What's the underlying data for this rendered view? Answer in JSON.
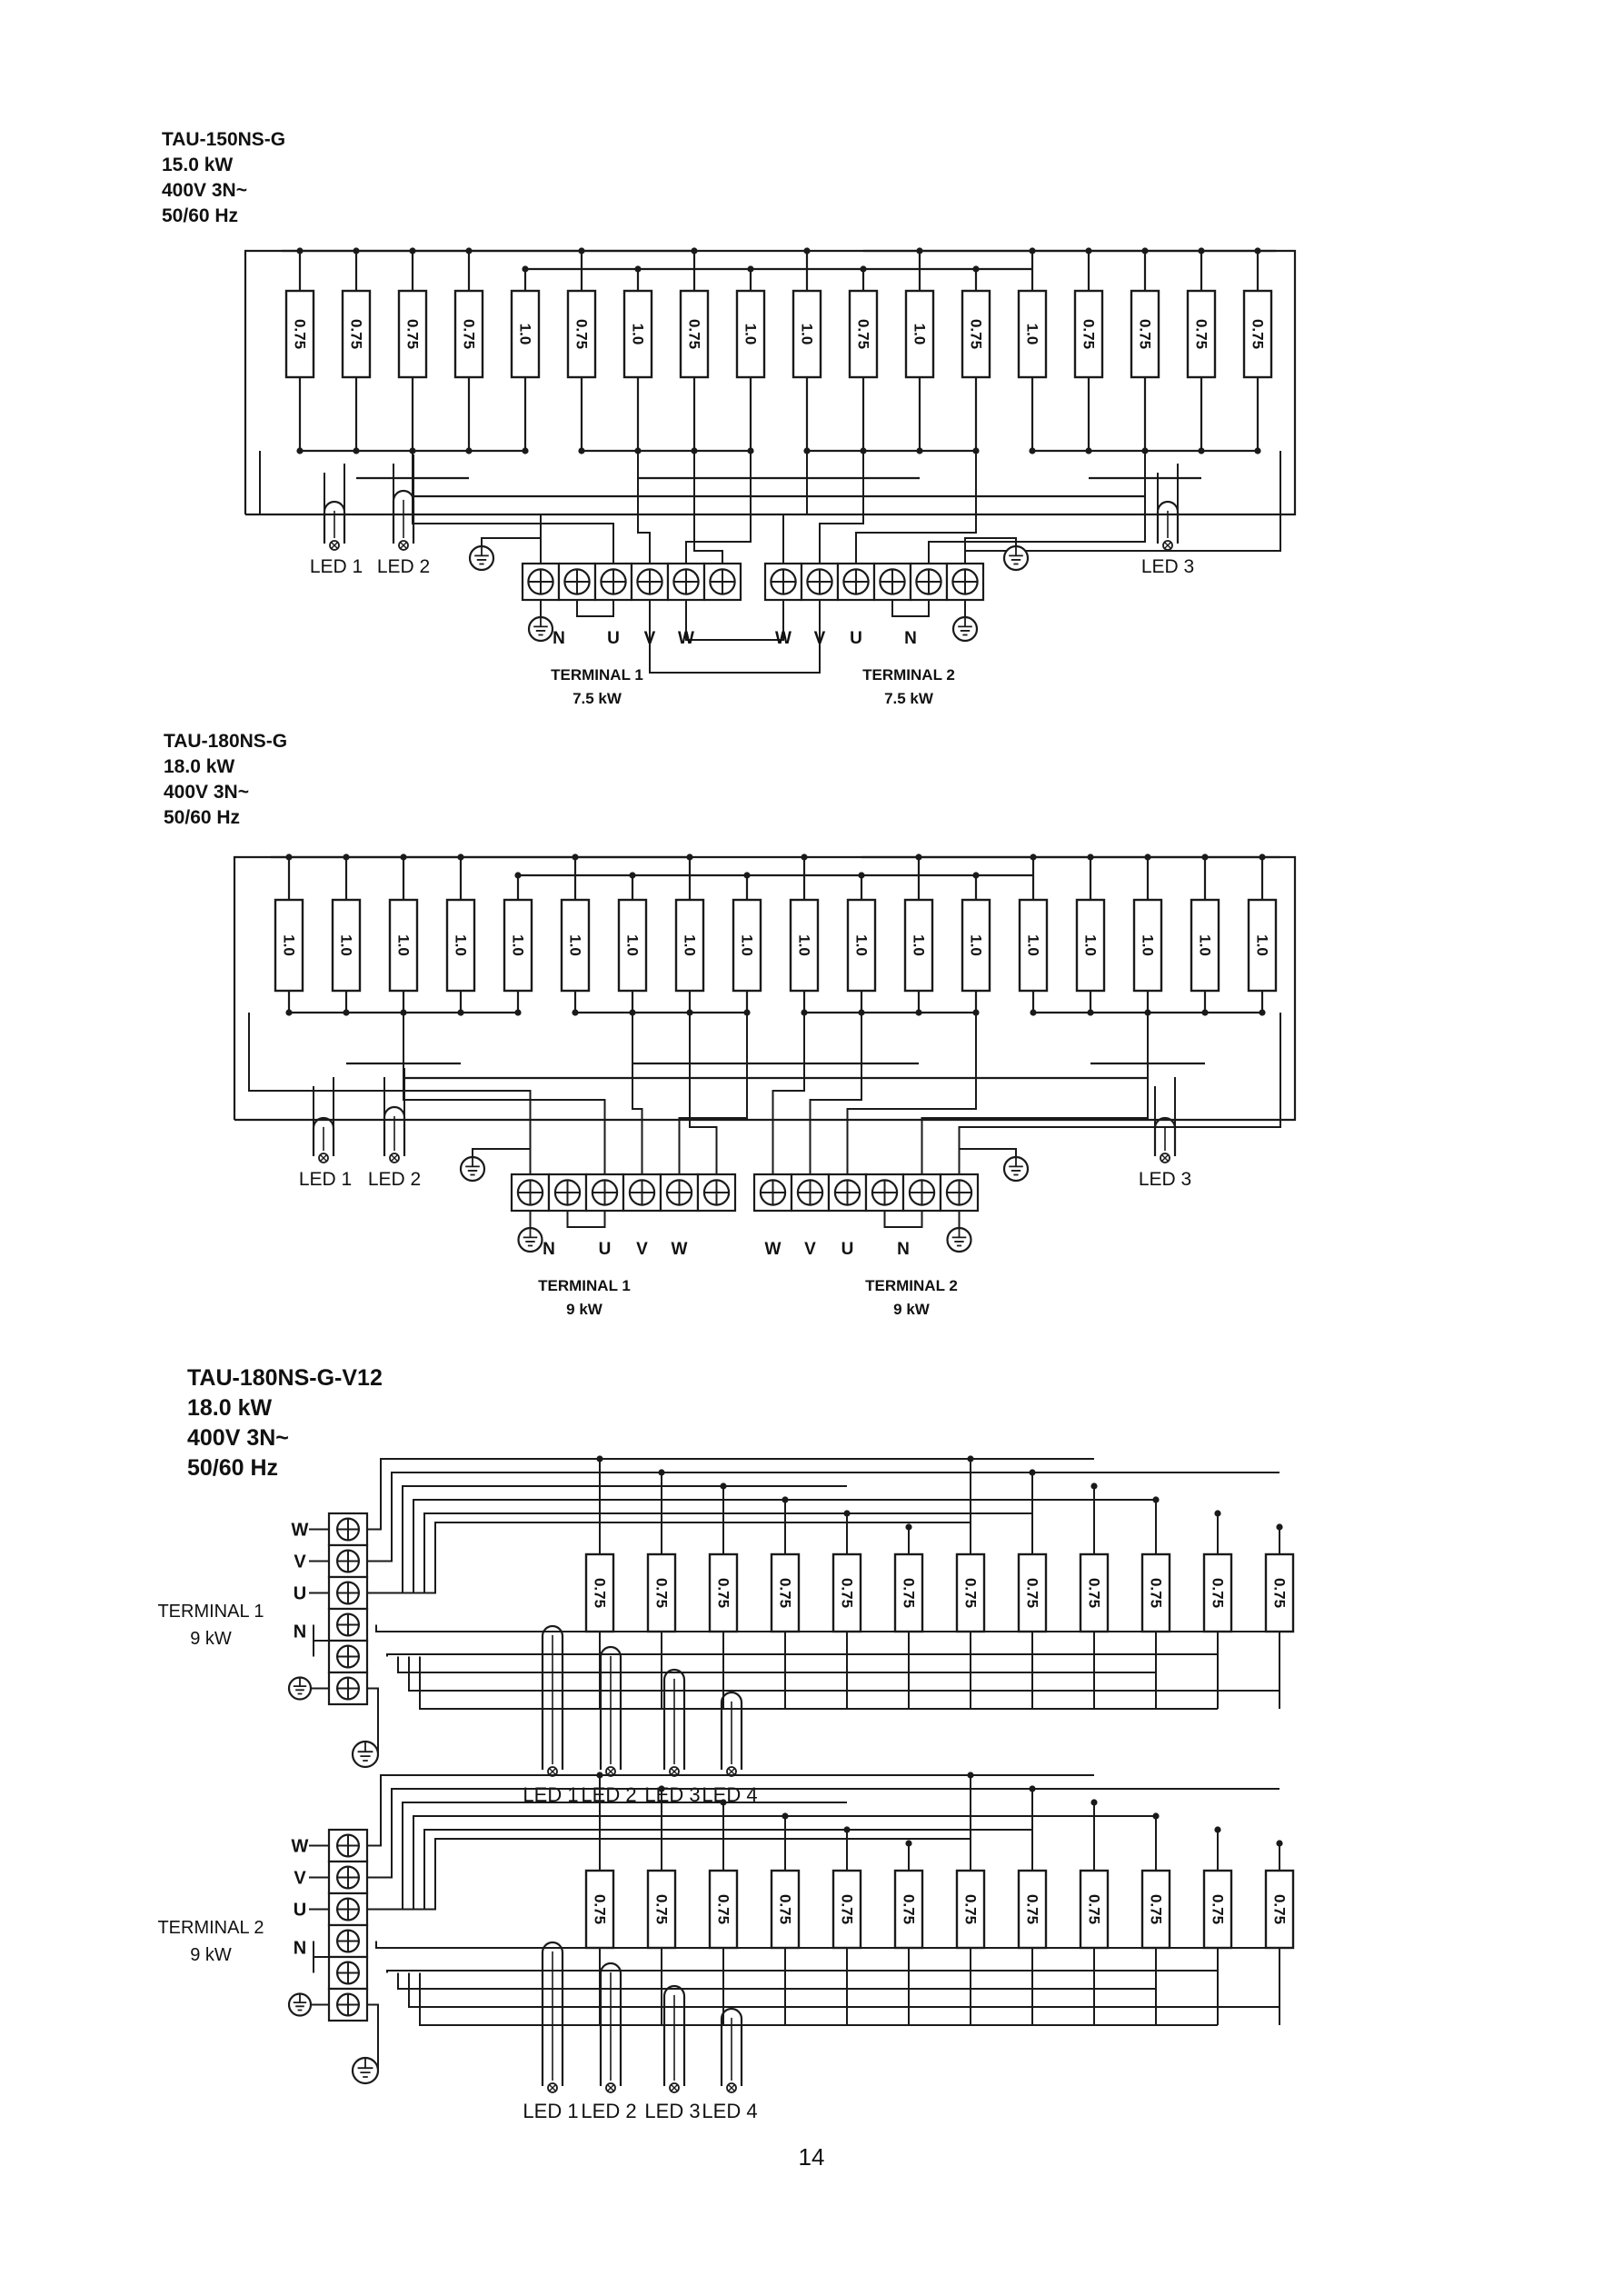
{
  "diagrams": [
    {
      "model": "TAU-150NS-G",
      "power": "15.0 kW",
      "voltage": "400V 3N~",
      "frequency": "50/60 Hz",
      "resistors": [
        "0.75",
        "0.75",
        "0.75",
        "0.75",
        "1.0",
        "0.75",
        "1.0",
        "0.75",
        "1.0",
        "1.0",
        "0.75",
        "1.0",
        "0.75",
        "1.0",
        "0.75",
        "0.75",
        "0.75",
        "0.75"
      ],
      "leds": [
        "LED 1",
        "LED 2",
        "LED 3"
      ],
      "terminal1": {
        "name": "TERMINAL 1",
        "power": "7.5 kW",
        "pins": [
          "N",
          "U",
          "V",
          "W"
        ]
      },
      "terminal2": {
        "name": "TERMINAL 2",
        "power": "7.5 kW",
        "pins": [
          "W",
          "V",
          "U",
          "N"
        ]
      }
    },
    {
      "model": "TAU-180NS-G",
      "power": "18.0 kW",
      "voltage": "400V 3N~",
      "frequency": "50/60 Hz",
      "resistors": [
        "1.0",
        "1.0",
        "1.0",
        "1.0",
        "1.0",
        "1.0",
        "1.0",
        "1.0",
        "1.0",
        "1.0",
        "1.0",
        "1.0",
        "1.0",
        "1.0",
        "1.0",
        "1.0",
        "1.0",
        "1.0"
      ],
      "leds": [
        "LED 1",
        "LED 2",
        "LED 3"
      ],
      "terminal1": {
        "name": "TERMINAL 1",
        "power": "9 kW",
        "pins": [
          "N",
          "U",
          "V",
          "W"
        ]
      },
      "terminal2": {
        "name": "TERMINAL 2",
        "power": "9 kW",
        "pins": [
          "W",
          "V",
          "U",
          "N"
        ]
      }
    },
    {
      "model": "TAU-180NS-G-V12",
      "power": "18.0 kW",
      "voltage": "400V 3N~",
      "frequency": "50/60 Hz",
      "blocks": [
        {
          "terminal": "TERMINAL 1",
          "power": "9 kW",
          "pins": [
            "W",
            "V",
            "U",
            "N"
          ],
          "resistors": [
            "0.75",
            "0.75",
            "0.75",
            "0.75",
            "0.75",
            "0.75",
            "0.75",
            "0.75",
            "0.75",
            "0.75",
            "0.75",
            "0.75"
          ],
          "leds": [
            "LED 1",
            "LED 2",
            "LED 3",
            "LED 4"
          ]
        },
        {
          "terminal": "TERMINAL 2",
          "power": "9 kW",
          "pins": [
            "W",
            "V",
            "U",
            "N"
          ],
          "resistors": [
            "0.75",
            "0.75",
            "0.75",
            "0.75",
            "0.75",
            "0.75",
            "0.75",
            "0.75",
            "0.75",
            "0.75",
            "0.75",
            "0.75"
          ],
          "leds": [
            "LED 1",
            "LED 2",
            "LED 3",
            "LED 4"
          ]
        }
      ]
    }
  ],
  "page_number": "14"
}
